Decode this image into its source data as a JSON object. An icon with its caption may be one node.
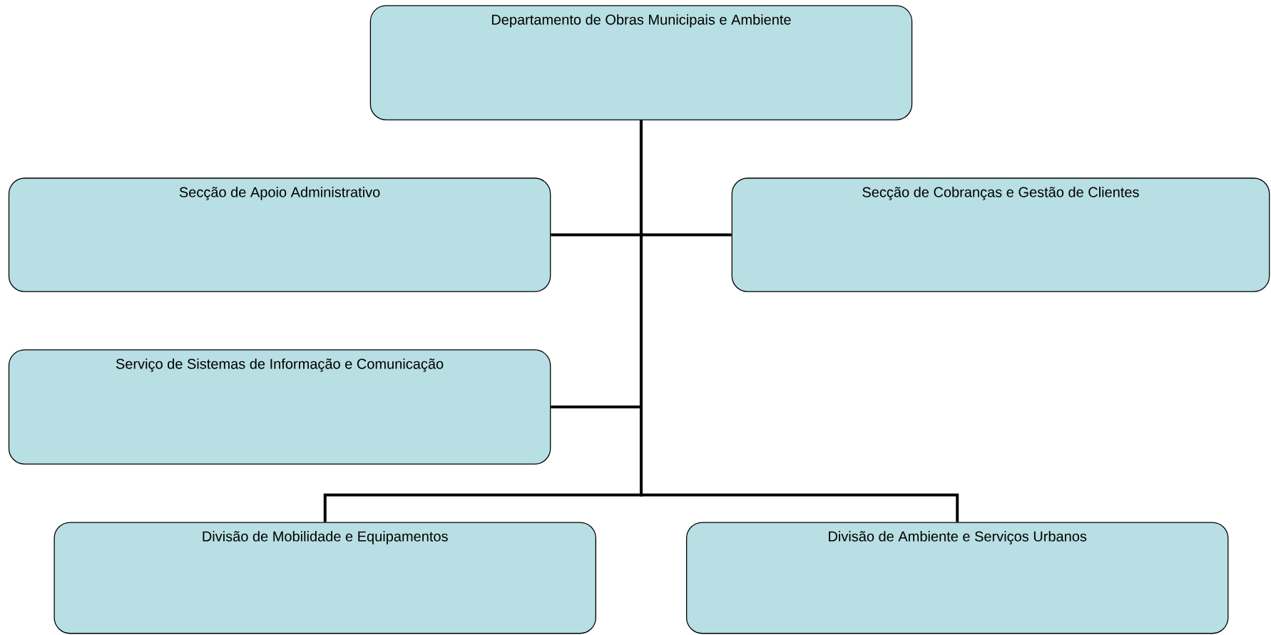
{
  "diagram": {
    "nodes": [
      {
        "text": [
          "Departamento de Obras Municipais e Ambiente"
        ]
      },
      {
        "text": [
          "Secção de Apoio Administrativo"
        ]
      },
      {
        "text": [
          "Secção de Cobranças e Gestão de Clientes"
        ]
      },
      {
        "text": [
          "Serviço de Sistemas de Informação e Comunicação"
        ]
      },
      {
        "text": [
          "Divisão de Mobilidade e Equipamentos"
        ]
      },
      {
        "text": [
          "Divisão de Ambiente e Serviços Urbanos"
        ]
      }
    ],
    "edges": [
      {
        "from": 0,
        "to": 1,
        "arrow": "none"
      },
      {
        "from": 0,
        "to": 2,
        "arrow": "none"
      },
      {
        "from": 0,
        "to": 3,
        "arrow": "none"
      },
      {
        "from": 0,
        "to": 4,
        "arrow": "none"
      },
      {
        "from": 0,
        "to": 5,
        "arrow": "none"
      }
    ]
  }
}
